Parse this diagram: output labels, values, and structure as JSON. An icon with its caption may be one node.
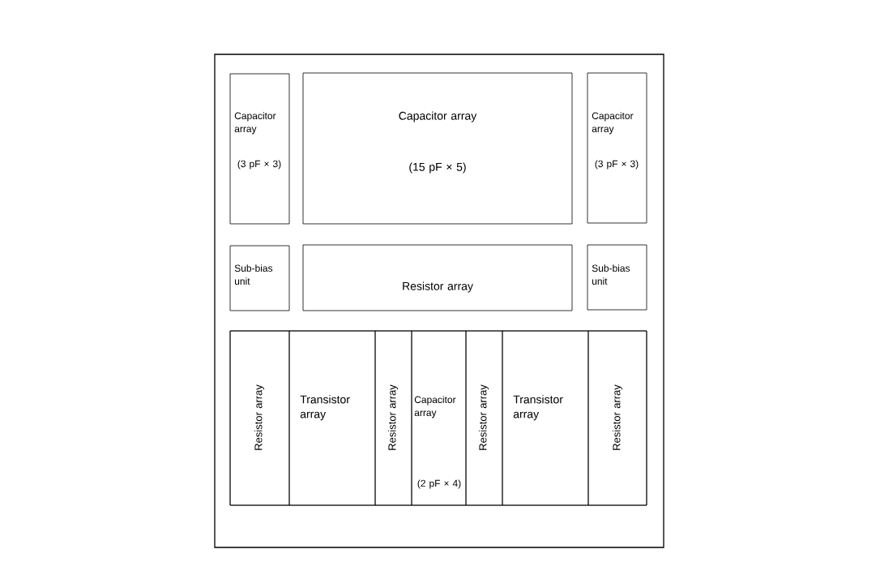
{
  "diagram": {
    "nodes": [
      {
        "text": [],
        "shape": "box"
      },
      {
        "text": [
          "Capacitor array",
          "(3 pF × 3)"
        ],
        "in": 0
      },
      {
        "text": [
          "Capacitor array",
          "(15 pF × 5)"
        ],
        "in": 0
      },
      {
        "text": [
          "Capacitor array",
          "(3 pF × 3)"
        ],
        "in": 0
      },
      {
        "text": [
          "Sub-bias unit"
        ],
        "in": 0
      },
      {
        "text": [
          "Resistor array"
        ],
        "in": 0
      },
      {
        "text": [
          "Sub-bias unit"
        ],
        "in": 0
      },
      {
        "text": [],
        "shape": "box",
        "in": 0
      },
      {
        "text": [
          "Resistor array"
        ],
        "in": 7
      },
      {
        "text": [
          "Transistor array"
        ],
        "in": 7
      },
      {
        "text": [
          "Resistor array"
        ],
        "in": 7
      },
      {
        "text": [
          "Capacitor array",
          "(2 pF × 4)"
        ],
        "in": 7
      },
      {
        "text": [
          "Resistor array"
        ],
        "in": 7
      },
      {
        "text": [
          "Transistor array"
        ],
        "in": 7
      },
      {
        "text": [
          "Resistor array"
        ],
        "in": 7
      }
    ]
  }
}
